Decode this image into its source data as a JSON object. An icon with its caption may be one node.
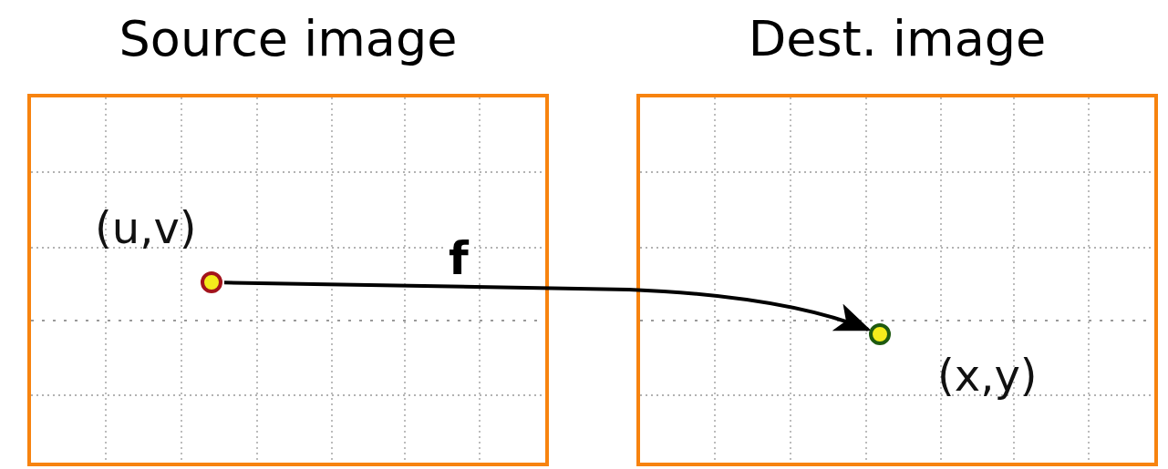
{
  "diagram": {
    "nodes": [
      {
        "text": [
          "Source image"
        ]
      },
      {
        "text": [
          "Dest. image"
        ]
      },
      {
        "text": [],
        "shape": "circle",
        "in": 0,
        "beside": [
          "(u,v)"
        ]
      },
      {
        "text": [],
        "shape": "circle",
        "in": 1,
        "beside": [
          "(x,y)"
        ]
      }
    ],
    "edges": [
      {
        "from": 2,
        "to": 3,
        "arrow": "to",
        "label": "f"
      }
    ]
  }
}
